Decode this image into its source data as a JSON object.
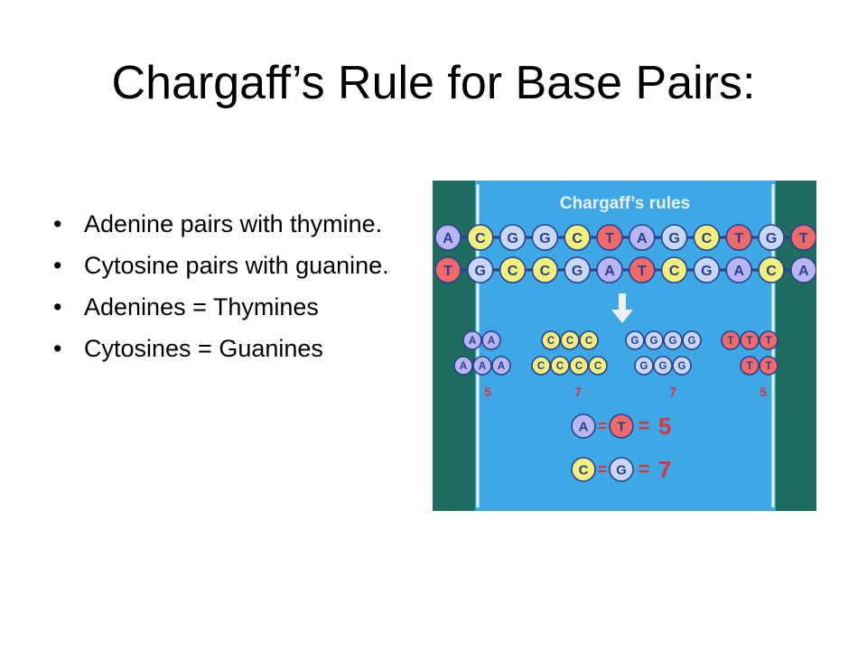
{
  "slide": {
    "title": "Chargaff’s Rule for Base Pairs:",
    "bullets": [
      "Adenine pairs with thymine.",
      "Cytosine pairs with guanine.",
      "Adenines = Thymines",
      "Cytosines = Guanines"
    ]
  },
  "figure": {
    "title": "Chargaff’s rules",
    "strand_top": [
      "A",
      "C",
      "G",
      "G",
      "C",
      "T",
      "A",
      "G",
      "C",
      "T",
      "G",
      "T"
    ],
    "strand_bottom": [
      "T",
      "G",
      "C",
      "C",
      "G",
      "A",
      "T",
      "C",
      "G",
      "A",
      "C",
      "A"
    ],
    "groups_row1": [
      [
        "A",
        "A"
      ],
      [
        "C",
        "C",
        "C"
      ],
      [
        "G",
        "G",
        "G",
        "G"
      ],
      [
        "T",
        "T",
        "T"
      ]
    ],
    "groups_row2": [
      [
        "A",
        "A",
        "A"
      ],
      [
        "C",
        "C",
        "C",
        "C"
      ],
      [
        "G",
        "G",
        "G"
      ],
      [
        "T",
        "T"
      ]
    ],
    "counts": [
      "5",
      "7",
      "7",
      "5"
    ],
    "pair_at": {
      "left": "A",
      "right": "T",
      "value": "5"
    },
    "pair_cg": {
      "left": "C",
      "right": "G",
      "value": "7"
    },
    "colors": {
      "A": "#b8b6f0",
      "T": "#f06a6a",
      "C": "#f2f07a",
      "G": "#c8d8f4",
      "panel": "#3ea7e6",
      "side": "#1f6c60",
      "label_red": "#e0303a"
    }
  }
}
